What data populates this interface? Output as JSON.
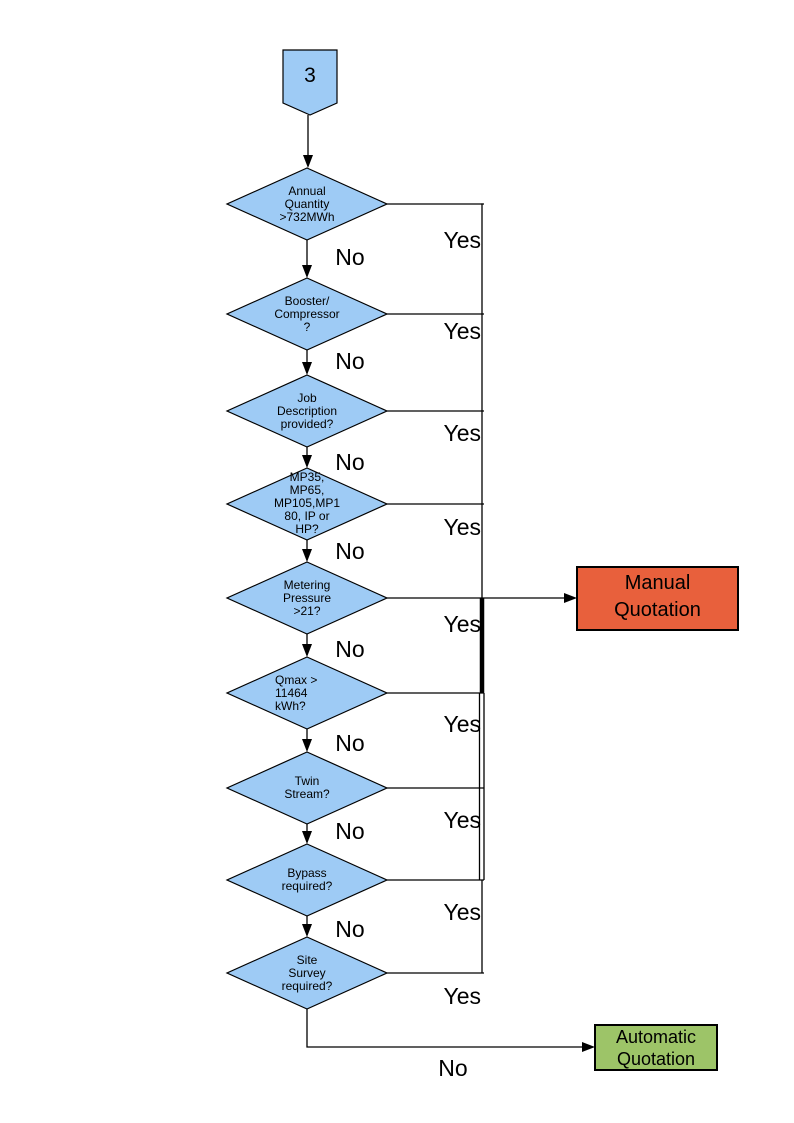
{
  "connector": {
    "label": "3"
  },
  "decisions": [
    {
      "label": "Annual\nQuantity\n>732MWh"
    },
    {
      "label": "Booster/\nCompressor\n?"
    },
    {
      "label": "Job\nDescription\nprovided?"
    },
    {
      "label": "MP35,\nMP65,\nMP105,MP1\n80, IP or\nHP?"
    },
    {
      "label": "Metering\nPressure\n>21?"
    },
    {
      "label": "Qmax >\n11464\nkWh?"
    },
    {
      "label": "Twin\nStream?"
    },
    {
      "label": "Bypass\nrequired?"
    },
    {
      "label": "Site\nSurvey\nrequired?"
    }
  ],
  "branch_labels": {
    "yes": "Yes",
    "no": "No"
  },
  "outcomes": {
    "manual": {
      "label": "Manual\nQuotation",
      "fill": "#E8603C"
    },
    "automatic": {
      "label": "Automatic\nQuotation",
      "fill": "#9DC468"
    }
  },
  "colors": {
    "decision_fill": "#9ECBF5",
    "line": "#000000"
  }
}
